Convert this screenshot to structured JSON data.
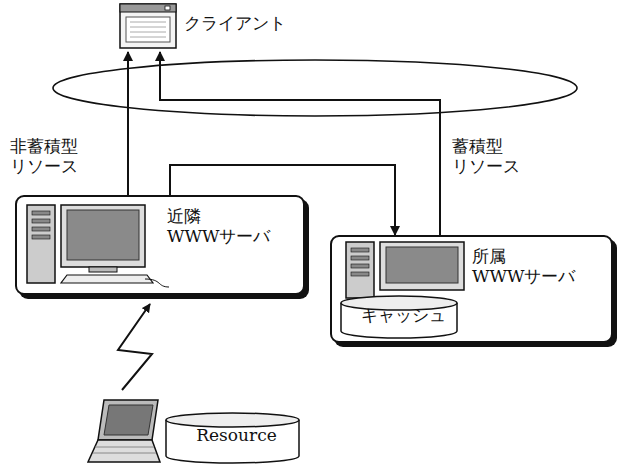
{
  "diagram": {
    "nodes": [
      {
        "text": [
          "クライアント"
        ]
      },
      {
        "text": [
          "近隣 WWWサーバ"
        ]
      },
      {
        "text": [
          "所属 WWWサーバ"
        ]
      },
      {
        "text": [
          "キャッシュ"
        ],
        "in": 2
      },
      {
        "text": [
          "Resource"
        ]
      }
    ],
    "edges": [
      {
        "from": 1,
        "to": 0,
        "arrow": "to",
        "label": "非蓄積型 リソース"
      },
      {
        "from": 2,
        "to": 0,
        "arrow": "to",
        "label": "蓄積型 リソース"
      },
      {
        "from": 1,
        "to": 2,
        "arrow": "to"
      }
    ]
  }
}
